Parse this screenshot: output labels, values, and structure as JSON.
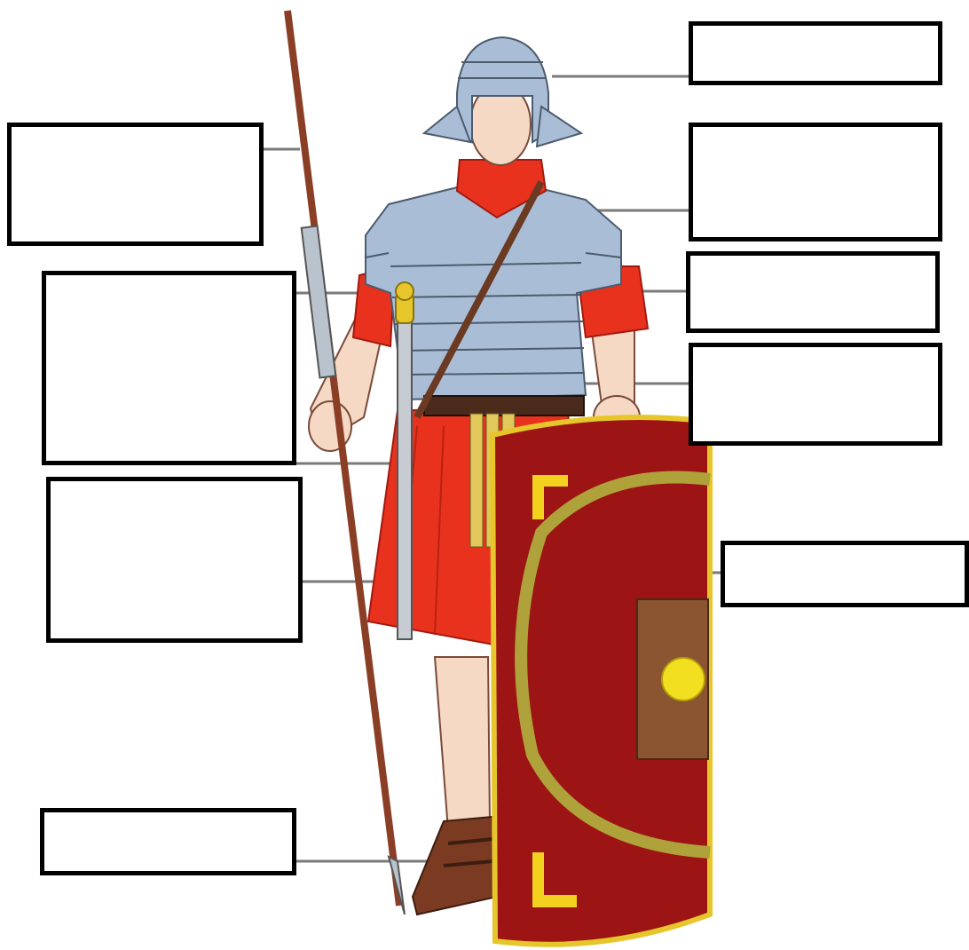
{
  "diagram": {
    "subject": "roman-legionary-soldier",
    "labels": [
      {
        "id": "helmet",
        "text": ""
      },
      {
        "id": "neck-armour",
        "text": ""
      },
      {
        "id": "body-armour",
        "text": ""
      },
      {
        "id": "belt",
        "text": ""
      },
      {
        "id": "shield",
        "text": ""
      },
      {
        "id": "spear",
        "text": ""
      },
      {
        "id": "tunic",
        "text": ""
      },
      {
        "id": "apron",
        "text": ""
      },
      {
        "id": "sword",
        "text": ""
      },
      {
        "id": "sandals",
        "text": ""
      }
    ],
    "colors": {
      "tunic": "#e8321e",
      "armour": "#a9bed6",
      "shield": "#9c1514",
      "shield_trim": "#e6c62a",
      "spear": "#8b3e26",
      "skin": "#f6d9c4"
    }
  }
}
